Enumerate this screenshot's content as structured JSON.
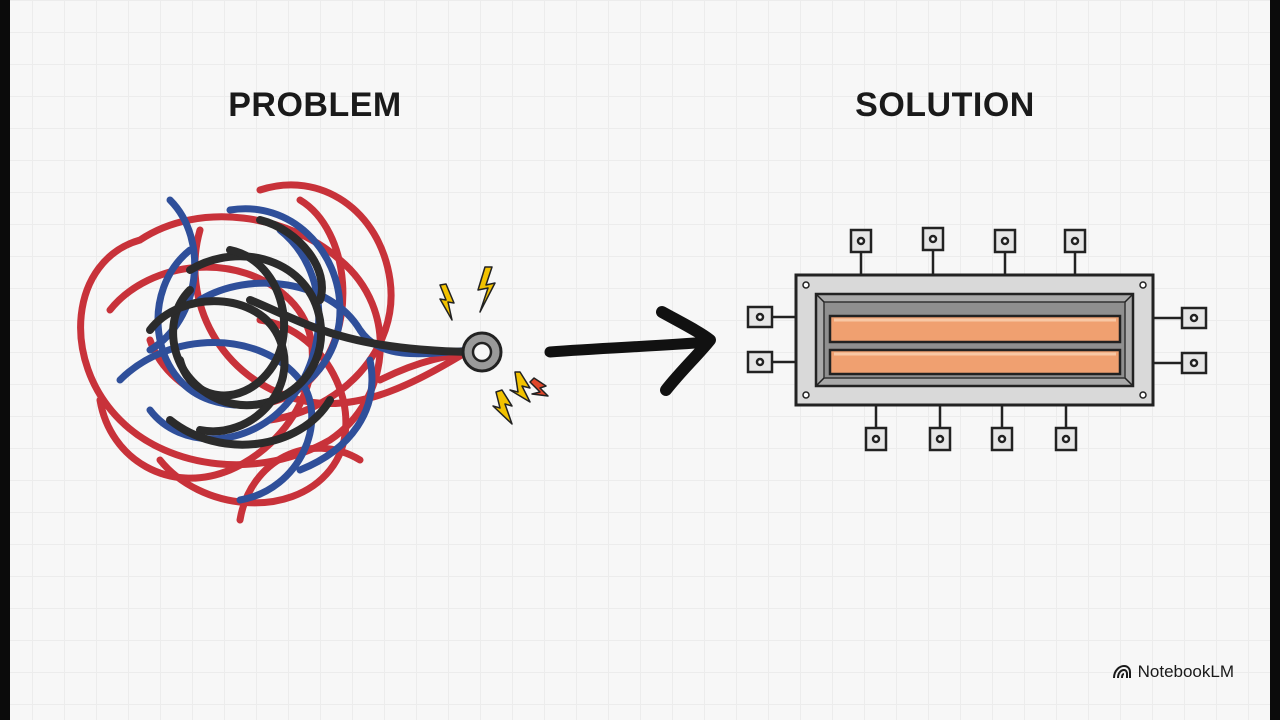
{
  "headings": {
    "problem": "PROBLEM",
    "solution": "SOLUTION"
  },
  "branding": {
    "label": "NotebookLM",
    "icon": "notebooklm-logo-icon"
  },
  "colors": {
    "background": "#f7f7f7",
    "wire_red": "#c8323a",
    "wire_blue": "#2f4f9a",
    "wire_black": "#2b2b2b",
    "spark": "#f2c200",
    "spark_accent": "#e0462a",
    "arrow": "#111111",
    "housing": "#d9d9d9",
    "conductor": "#f0a070"
  }
}
